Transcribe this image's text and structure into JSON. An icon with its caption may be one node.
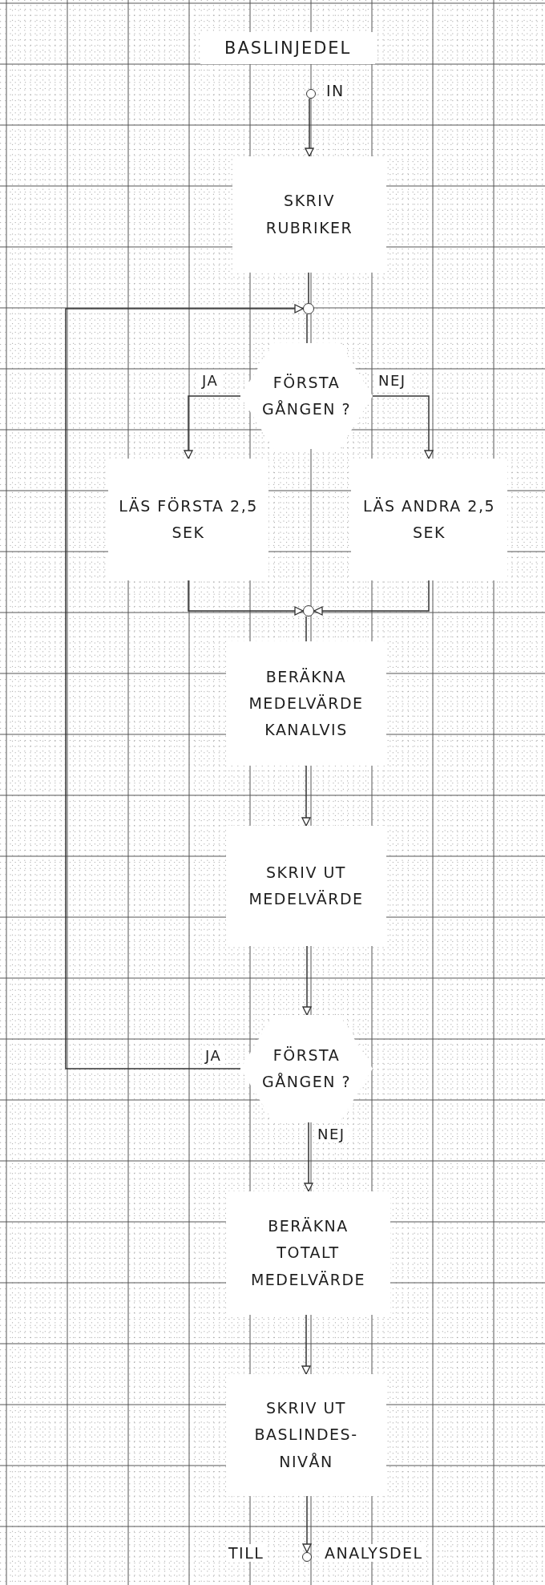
{
  "diagram": {
    "title": "BASLINJEDEL",
    "nodes": [
      {
        "text": [],
        "shape": "circle",
        "beside": [
          "IN"
        ]
      },
      {
        "text": [
          "SKRIV RUBRIKER"
        ]
      },
      {
        "text": [],
        "shape": "circle"
      },
      {
        "text": [
          "FÖRSTA GÅNGEN ?"
        ]
      },
      {
        "text": [
          "LÄS FÖRSTA 2,5 SEK"
        ]
      },
      {
        "text": [
          "LÄS ANDRA 2,5 SEK"
        ]
      },
      {
        "text": [],
        "shape": "circle"
      },
      {
        "text": [
          "BERÄKNA MEDELVÄRDE KANALVIS"
        ]
      },
      {
        "text": [
          "SKRIV UT MEDELVÄRDE"
        ]
      },
      {
        "text": [
          "FÖRSTA GÅNGEN ?"
        ]
      },
      {
        "text": [
          "BERÄKNA TOTALT MEDELVÄRDE"
        ]
      },
      {
        "text": [
          "SKRIV UT BASLINDES-NIVÅN"
        ]
      },
      {
        "text": [],
        "shape": "circle",
        "beside": [
          "TILL",
          "ANALYSDEL"
        ]
      }
    ],
    "edges": [
      {
        "from": 0,
        "to": 1,
        "arrow": "to"
      },
      {
        "from": 1,
        "to": 2,
        "arrow": "none"
      },
      {
        "from": 2,
        "to": 3,
        "arrow": "none"
      },
      {
        "from": 3,
        "to": 4,
        "arrow": "to",
        "label": "JA"
      },
      {
        "from": 3,
        "to": 5,
        "arrow": "to",
        "label": "NEJ"
      },
      {
        "from": 4,
        "to": 6,
        "arrow": "to"
      },
      {
        "from": 5,
        "to": 6,
        "arrow": "to"
      },
      {
        "from": 6,
        "to": 7,
        "arrow": "none"
      },
      {
        "from": 7,
        "to": 8,
        "arrow": "to"
      },
      {
        "from": 8,
        "to": 9,
        "arrow": "to"
      },
      {
        "from": 9,
        "to": 2,
        "arrow": "to",
        "label": "JA"
      },
      {
        "from": 9,
        "to": 10,
        "arrow": "to",
        "label": "NEJ"
      },
      {
        "from": 10,
        "to": 11,
        "arrow": "to"
      },
      {
        "from": 11,
        "to": 12,
        "arrow": "to"
      }
    ]
  }
}
